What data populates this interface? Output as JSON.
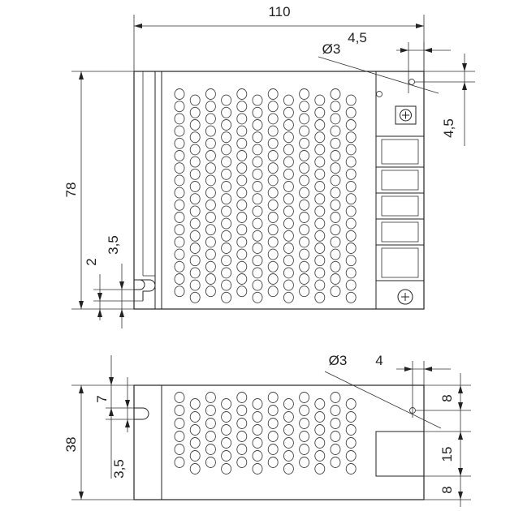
{
  "top_view": {
    "overall_width": "110",
    "overall_height": "78",
    "mount_hole_label": "Ø3",
    "hole_offset_x": "4,5",
    "hole_offset_y": "4,5",
    "notch_width": "2",
    "notch_offset": "3,5"
  },
  "side_view": {
    "overall_height": "38",
    "notch_top": "7",
    "notch_bottom": "3,5",
    "mount_hole_label": "Ø3",
    "hole_offset_x": "4",
    "hole_offset_top": "8",
    "terminal_height": "15",
    "bottom_offset": "8"
  }
}
